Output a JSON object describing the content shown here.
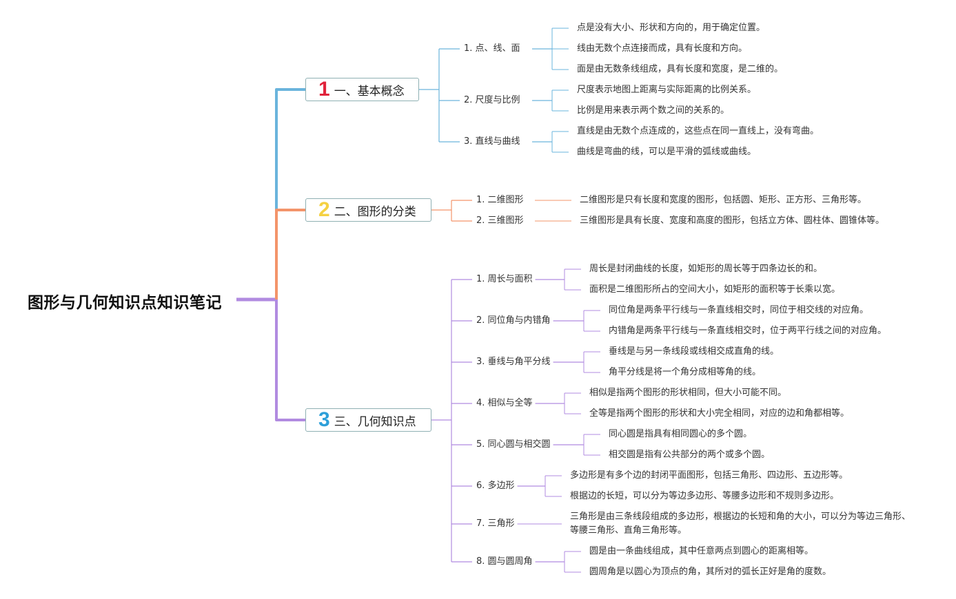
{
  "root": {
    "title": "图形与几何知识点知识笔记"
  },
  "colors": {
    "branch1": "#6ab4dc",
    "branch2": "#f3946a",
    "branch3": "#b18be0",
    "num1": "#e0233b",
    "num2": "#f5d142",
    "num3": "#2d9fd9"
  },
  "branches": [
    {
      "num": "1",
      "label": "一、基本概念",
      "subs": [
        {
          "label": "1. 点、线、面",
          "leaves": [
            "点是没有大小、形状和方向的，用于确定位置。",
            "线由无数个点连接而成，具有长度和方向。",
            "面是由无数条线组成，具有长度和宽度，是二维的。"
          ]
        },
        {
          "label": "2. 尺度与比例",
          "leaves": [
            "尺度表示地图上距离与实际距离的比例关系。",
            "比例是用来表示两个数之间的关系的。"
          ]
        },
        {
          "label": "3. 直线与曲线",
          "leaves": [
            "直线是由无数个点连成的，这些点在同一直线上，没有弯曲。",
            "曲线是弯曲的线，可以是平滑的弧线或曲线。"
          ]
        }
      ]
    },
    {
      "num": "2",
      "label": "二、图形的分类",
      "subs": [
        {
          "label": "1. 二维图形",
          "leaves": [
            "二维图形是只有长度和宽度的图形，包括圆、矩形、正方形、三角形等。"
          ]
        },
        {
          "label": "2. 三维图形",
          "leaves": [
            "三维图形是具有长度、宽度和高度的图形，包括立方体、圆柱体、圆锥体等。"
          ]
        }
      ]
    },
    {
      "num": "3",
      "label": "三、几何知识点",
      "subs": [
        {
          "label": "1. 周长与面积",
          "leaves": [
            "周长是封闭曲线的长度，如矩形的周长等于四条边长的和。",
            "面积是二维图形所占的空间大小，如矩形的面积等于长乘以宽。"
          ]
        },
        {
          "label": "2. 同位角与内错角",
          "leaves": [
            "同位角是两条平行线与一条直线相交时，同位于相交线的对应角。",
            "内错角是两条平行线与一条直线相交时，位于两平行线之间的对应角。"
          ]
        },
        {
          "label": "3. 垂线与角平分线",
          "leaves": [
            "垂线是与另一条线段或线相交成直角的线。",
            "角平分线是将一个角分成相等角的线。"
          ]
        },
        {
          "label": "4. 相似与全等",
          "leaves": [
            "相似是指两个图形的形状相同，但大小可能不同。",
            "全等是指两个图形的形状和大小完全相同，对应的边和角都相等。"
          ]
        },
        {
          "label": "5. 同心圆与相交圆",
          "leaves": [
            "同心圆是指具有相同圆心的多个圆。",
            "相交圆是指有公共部分的两个或多个圆。"
          ]
        },
        {
          "label": "6. 多边形",
          "leaves": [
            "多边形是有多个边的封闭平面图形，包括三角形、四边形、五边形等。",
            "根据边的长短，可以分为等边多边形、等腰多边形和不规则多边形。"
          ]
        },
        {
          "label": "7. 三角形",
          "leaves": [
            "三角形是由三条线段组成的多边形，根据边的长短和角的大小，可以分为等边三角形、等腰三角形、直角三角形等。"
          ]
        },
        {
          "label": "8. 圆与圆周角",
          "leaves": [
            "圆是由一条曲线组成，其中任意两点到圆心的距离相等。",
            "圆周角是以圆心为顶点的角，其所对的弧长正好是角的度数。"
          ]
        }
      ]
    }
  ]
}
